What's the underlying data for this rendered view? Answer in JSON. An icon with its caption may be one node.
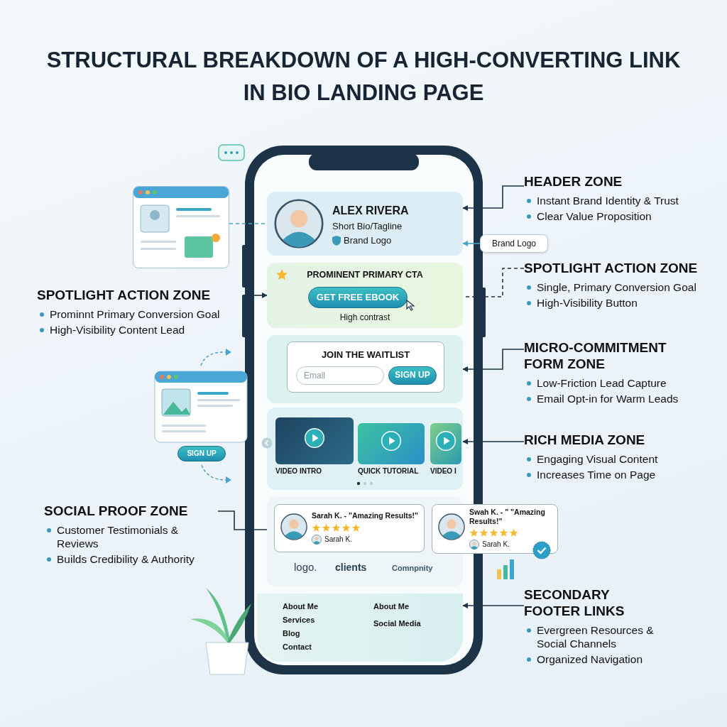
{
  "diagram": {
    "title": "STRUCTURAL BREAKDOWN OF A HIGH-CONVERTING LINK IN BIO LANDING PAGE",
    "nodes": [
      {
        "text": [],
        "shape": "picture"
      },
      {
        "text": [
          "ALEX RIVERA",
          "Short Bio/Tagline",
          "Brand Logo"
        ]
      },
      {
        "text": [
          "Brand Logo"
        ]
      },
      {
        "text": [
          "HEADER ZONE",
          "Instant Brand Identity & Trust",
          "Clear Value Proposition"
        ]
      },
      {
        "text": [
          "PROMINENT PRIMARY CTA",
          "High contrast"
        ]
      },
      {
        "text": [
          "GET FREE EBOOK"
        ],
        "in": 4
      },
      {
        "text": [
          "SPOTLIGHT ACTION ZONE",
          "Prominnt Primary Conversion Goal",
          "High-Visibility Content Lead"
        ]
      },
      {
        "text": [
          "SPOTLIGHT ACTION ZONE",
          "Single, Primary Conversion Goal",
          "High-Visibility Button"
        ]
      },
      {
        "text": [],
        "shape": "box"
      },
      {
        "text": [
          "JOIN THE WAITLIST"
        ],
        "in": 8
      },
      {
        "text": [
          "Email"
        ],
        "in": 9
      },
      {
        "text": [
          "SIGN UP"
        ],
        "in": 9
      },
      {
        "text": [
          "MICRO-COMMITMENT FORM ZONE",
          "Low-Friction Lead Capture",
          "Email Opt-in for Warm Leads"
        ]
      },
      {
        "text": [
          "SIGN UP"
        ]
      },
      {
        "text": [],
        "shape": "box"
      },
      {
        "text": [],
        "shape": "picture",
        "beside": [
          "VIDEO INTRO"
        ],
        "in": 14
      },
      {
        "text": [],
        "shape": "picture",
        "beside": [
          "QUICK TUTORIAL"
        ],
        "in": 14
      },
      {
        "text": [],
        "shape": "picture",
        "beside": [
          "VIDEO I"
        ],
        "in": 14
      },
      {
        "text": [
          "RICH MEDIA ZONE",
          "Engaging Visual Content",
          "Increases Time on Page"
        ]
      },
      {
        "text": [],
        "shape": "box"
      },
      {
        "text": [
          "Sarah K. - \"Amazing Results!\"",
          "Sarah K."
        ],
        "in": 19
      },
      {
        "text": [
          "Swah K. - \" \"Amazing Results!\"",
          "Sarah K."
        ]
      },
      {
        "text": [
          "SOCIAL PROOF ZONE",
          "Customer Testimonials & Reviews",
          "Builds Credibility & Authority"
        ]
      },
      {
        "text": [
          "About Me",
          "Services",
          "Blog",
          "Contact",
          "About Me",
          "Social Media"
        ]
      },
      {
        "text": [
          "SECONDARY FOOTER LINKS",
          "Evergreen Resources & Social Channels",
          "Organized Navigation"
        ]
      }
    ],
    "edges": [
      {
        "from": 0,
        "to": 1,
        "arrow": "none",
        "style": "dashed",
        "color": "#4aa3c8"
      },
      {
        "from": 3,
        "to": 1,
        "arrow": "to"
      },
      {
        "from": 2,
        "to": 1,
        "arrow": "to",
        "color": "#4aa3c8"
      },
      {
        "from": 6,
        "to": 4,
        "arrow": "to"
      },
      {
        "from": 7,
        "to": 4,
        "arrow": "none",
        "style": "dashed"
      },
      {
        "from": 12,
        "to": 8,
        "arrow": "to"
      },
      {
        "from": 18,
        "to": 14,
        "arrow": "to"
      },
      {
        "from": 22,
        "to": 20,
        "arrow": "to"
      },
      {
        "from": 24,
        "to": 23,
        "arrow": "to"
      }
    ],
    "labels": [
      "logo.",
      "clients",
      "Comnpnity"
    ]
  }
}
